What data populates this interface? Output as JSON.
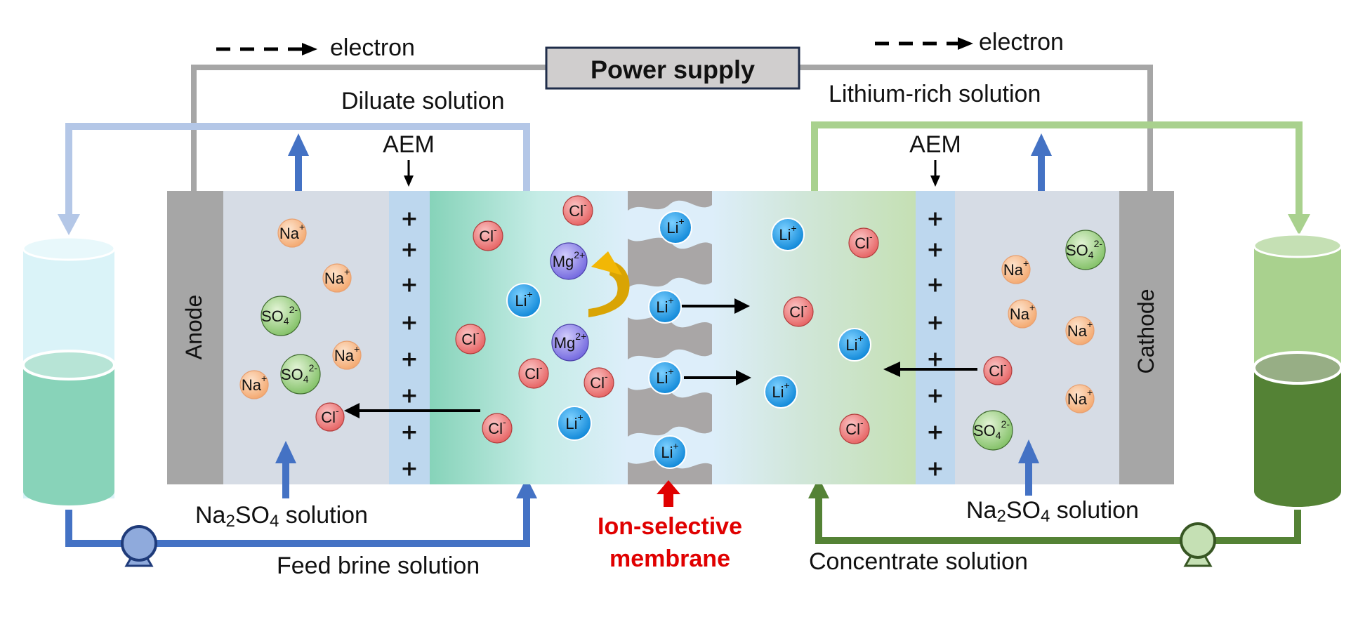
{
  "title": "Electrodialysis with ion-selective membrane for lithium extraction",
  "labels": {
    "electron_left": "electron",
    "electron_right": "electron",
    "power_supply": "Power supply",
    "diluate_solution": "Diluate solution",
    "lithium_rich_solution": "Lithium-rich solution",
    "aem_left": "AEM",
    "aem_right": "AEM",
    "anode": "Anode",
    "cathode": "Cathode",
    "na2so4_left": {
      "pre": "Na",
      "sub1": "2",
      "mid": "SO",
      "sub2": "4",
      "post": " solution"
    },
    "na2so4_right": {
      "pre": "Na",
      "sub1": "2",
      "mid": "SO",
      "sub2": "4",
      "post": " solution"
    },
    "feed_brine_solution": "Feed brine solution",
    "concentrate_solution": "Concentrate solution",
    "ion_selective_line1": "Ion-selective",
    "ion_selective_line2": "membrane"
  },
  "membrane_charge_symbol": "+",
  "ion_types": {
    "Na": {
      "base": "Na",
      "sup": "+",
      "sub": "",
      "color": "#f7b98a"
    },
    "SO4": {
      "base": "SO",
      "sub": "4",
      "sup": "2-",
      "color": "#9fd38a"
    },
    "Cl": {
      "base": "Cl",
      "sup": "-",
      "sub": "",
      "color": "#ee7b7b"
    },
    "Li": {
      "base": "Li",
      "sup": "+",
      "sub": "",
      "color": "#1e9be8"
    },
    "Mg": {
      "base": "Mg",
      "sup": "2+",
      "sub": "",
      "color": "#8f86ea"
    }
  },
  "compartments": {
    "anode_chamber": [
      "Na",
      "Na",
      "SO4",
      "SO4",
      "Na",
      "Na",
      "Cl"
    ],
    "feed_chamber": [
      "Cl",
      "Cl",
      "Mg",
      "Li",
      "Cl",
      "Mg",
      "Cl",
      "Cl",
      "Li",
      "Cl"
    ],
    "membrane_channels": [
      "Li",
      "Li",
      "Li",
      "Li"
    ],
    "concentrate_chamber": [
      "Li",
      "Cl",
      "Cl",
      "Li",
      "Li",
      "Cl"
    ],
    "cathode_chamber": [
      "SO4",
      "Na",
      "Na",
      "Na",
      "Cl",
      "Na",
      "SO4"
    ]
  },
  "colors": {
    "electrode": "#a6a6a6",
    "aem": "#bdd7ee",
    "electrolyte": "#d6dce5",
    "diluate_loop": "#b4c7e7",
    "feed_loop": "#4472c4",
    "lithium_loop": "#a9d18e",
    "concentrate_loop": "#548235",
    "wire": "#a6a6a6",
    "highlight_red": "#e00000",
    "rejection_arrow": "#f2b705"
  }
}
